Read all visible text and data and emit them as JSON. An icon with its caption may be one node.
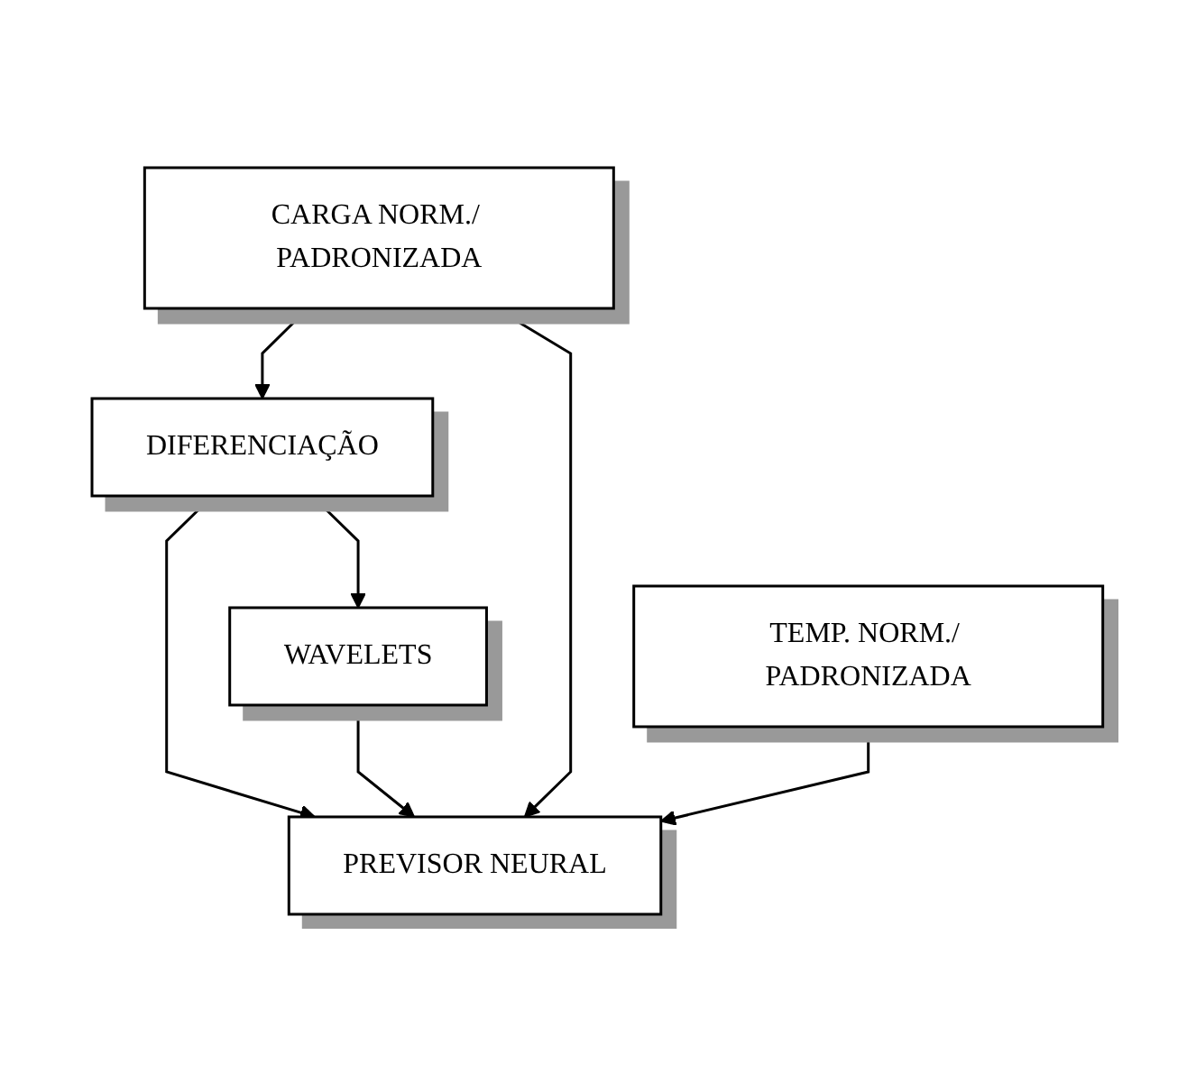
{
  "diagram": {
    "nodes": [
      {
        "text": [
          "CARGA NORM./ PADRONIZADA"
        ]
      },
      {
        "text": [
          "TEMP. NORM./ PADRONIZADA"
        ]
      },
      {
        "text": [
          "DIFERENCIAÇÃO"
        ]
      },
      {
        "text": [
          "WAVELETS"
        ]
      },
      {
        "text": [
          "PREVISOR NEURAL"
        ]
      }
    ],
    "edges": [
      {
        "from": 0,
        "to": 2,
        "arrow": "to"
      },
      {
        "from": 2,
        "to": 3,
        "arrow": "to"
      },
      {
        "from": 2,
        "to": 4,
        "arrow": "to"
      },
      {
        "from": 3,
        "to": 4,
        "arrow": "to"
      },
      {
        "from": 0,
        "to": 4,
        "arrow": "to"
      },
      {
        "from": 1,
        "to": 4,
        "arrow": "to"
      }
    ]
  }
}
